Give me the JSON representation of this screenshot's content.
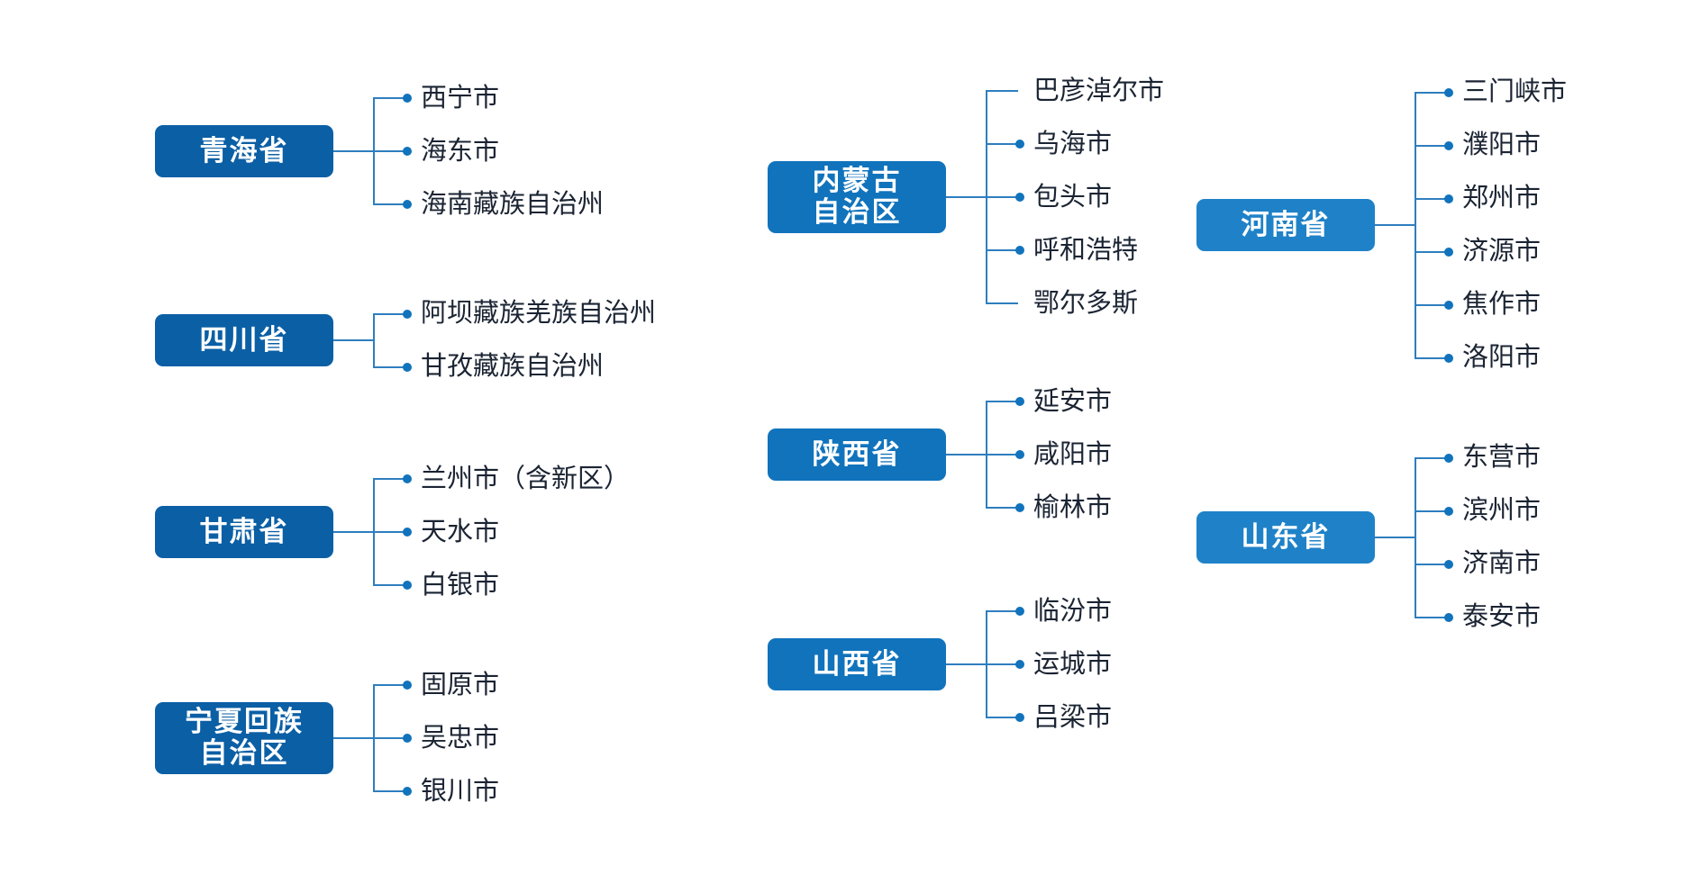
{
  "theme": {
    "background": "#ffffff",
    "pill_dark": "#0B5FA5",
    "pill_mid": "#1173BC",
    "pill_light": "#1F82C8",
    "connector_line": "#2E7EBF",
    "bullet": "#1173BC",
    "label_text": "#1B2433",
    "pill_text": "#ffffff"
  },
  "diagram": {
    "type": "bracket-tree",
    "title": "",
    "columns": [
      {
        "name": "column-left",
        "groups": [
          {
            "id": "qinghai",
            "province": "青海省",
            "pill_color": "#0B5FA5",
            "lines": 1,
            "cities": [
              "西宁市",
              "海东市",
              "海南藏族自治州"
            ]
          },
          {
            "id": "sichuan",
            "province": "四川省",
            "pill_color": "#0B5FA5",
            "lines": 1,
            "cities": [
              "阿坝藏族羌族自治州",
              "甘孜藏族自治州"
            ]
          },
          {
            "id": "gansu",
            "province": "甘肃省",
            "pill_color": "#0B5FA5",
            "lines": 1,
            "cities": [
              "兰州市（含新区）",
              "天水市",
              "白银市"
            ]
          },
          {
            "id": "ningxia",
            "province": "宁夏回族\n自治区",
            "pill_color": "#0B5FA5",
            "lines": 2,
            "cities": [
              "固原市",
              "吴忠市",
              "银川市"
            ]
          }
        ]
      },
      {
        "name": "column-middle",
        "groups": [
          {
            "id": "neimenggu",
            "province": "内蒙古\n自治区",
            "pill_color": "#1173BC",
            "lines": 2,
            "cities": [
              "巴彦淖尔市",
              "乌海市",
              "包头市",
              "呼和浩特",
              "鄂尔多斯"
            ]
          },
          {
            "id": "shaanxi",
            "province": "陕西省",
            "pill_color": "#1173BC",
            "lines": 1,
            "cities": [
              "延安市",
              "咸阳市",
              "榆林市"
            ]
          },
          {
            "id": "shanxi",
            "province": "山西省",
            "pill_color": "#1173BC",
            "lines": 1,
            "cities": [
              "临汾市",
              "运城市",
              "吕梁市"
            ]
          }
        ]
      },
      {
        "name": "column-right",
        "groups": [
          {
            "id": "henan",
            "province": "河南省",
            "pill_color": "#1F82C8",
            "lines": 1,
            "cities": [
              "三门峡市",
              "濮阳市",
              "郑州市",
              "济源市",
              "焦作市",
              "洛阳市"
            ]
          },
          {
            "id": "shandong",
            "province": "山东省",
            "pill_color": "#1F82C8",
            "lines": 1,
            "cities": [
              "东营市",
              "滨州市",
              "济南市",
              "泰安市"
            ]
          }
        ]
      }
    ]
  }
}
